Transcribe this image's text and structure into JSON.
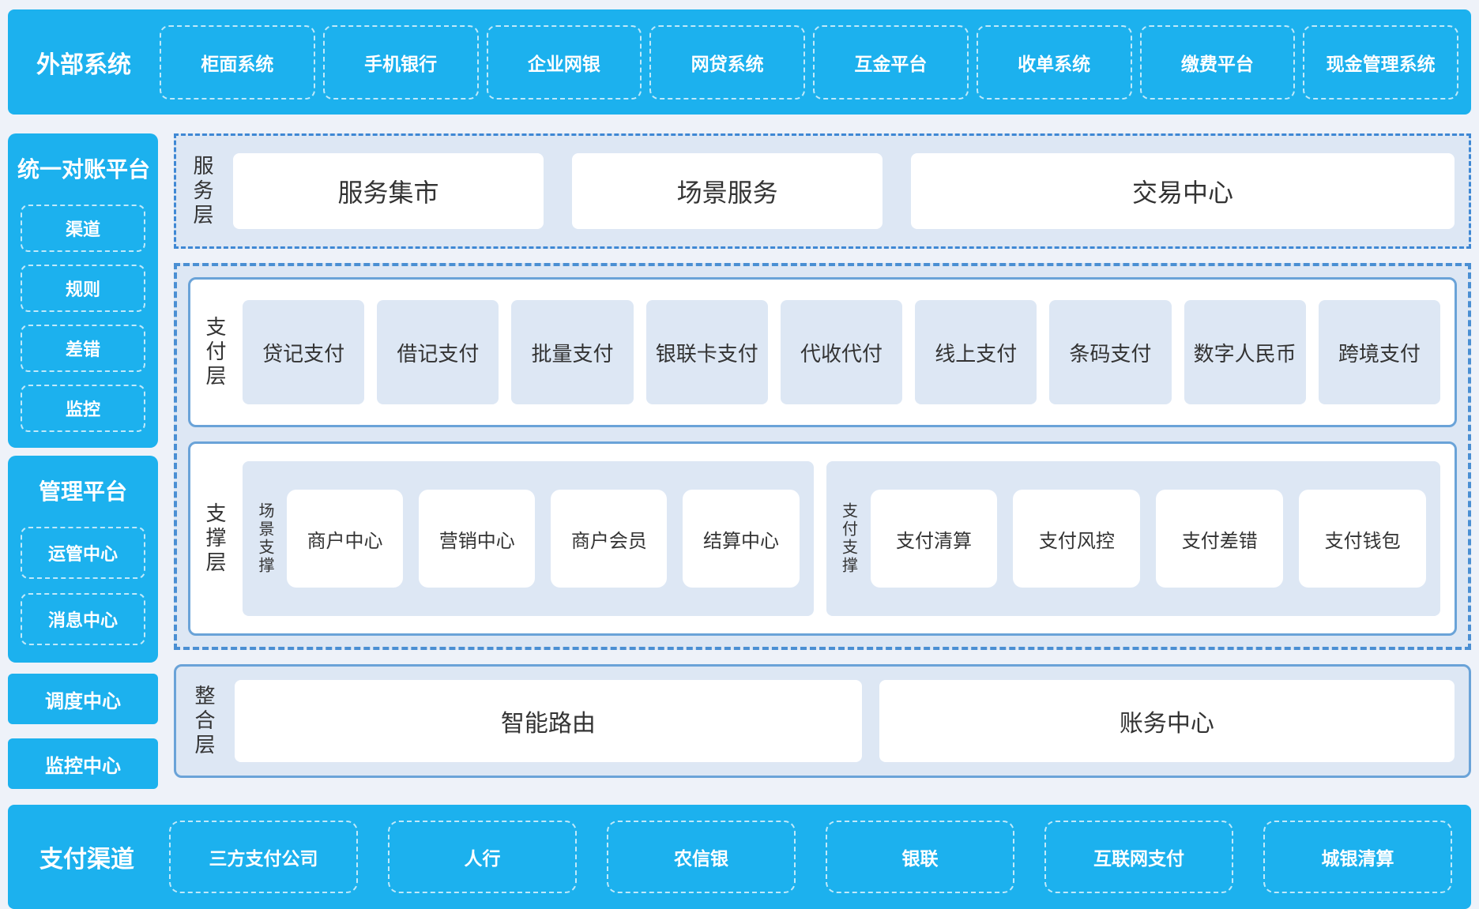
{
  "colors": {
    "band_blue": "#1cb1ee",
    "panel_light_blue": "#dde7f4",
    "solid_border_blue": "#6aa3d8",
    "dashed_border_blue": "#3f88d4",
    "text_dark": "#333333",
    "text_white": "#ffffff",
    "page_background": "#eef2f9"
  },
  "top_band": {
    "label": "外部系统",
    "items": [
      "柜面系统",
      "手机银行",
      "企业网银",
      "网贷系统",
      "互金平台",
      "收单系统",
      "缴费平台",
      "现金管理系统"
    ]
  },
  "left_column": {
    "reconciliation": {
      "title": "统一对账平台",
      "items": [
        "渠道",
        "规则",
        "差错",
        "监控"
      ]
    },
    "management": {
      "title": "管理平台",
      "items": [
        "运管中心",
        "消息中心"
      ]
    },
    "blocks": [
      "调度中心",
      "监控中心"
    ]
  },
  "service_layer": {
    "label": "服务层",
    "items": [
      "服务集市",
      "场景服务",
      "交易中心"
    ]
  },
  "payment_layer": {
    "label": "支付层",
    "items": [
      "贷记支付",
      "借记支付",
      "批量支付",
      "银联卡支付",
      "代收代付",
      "线上支付",
      "条码支付",
      "数字人民币",
      "跨境支付"
    ]
  },
  "support_layer": {
    "label": "支撑层",
    "groups": [
      {
        "label": "场景支撑",
        "items": [
          "商户中心",
          "营销中心",
          "商户会员",
          "结算中心"
        ]
      },
      {
        "label": "支付支撑",
        "items": [
          "支付清算",
          "支付风控",
          "支付差错",
          "支付钱包"
        ]
      }
    ]
  },
  "integration_layer": {
    "label": "整合层",
    "items": [
      "智能路由",
      "账务中心"
    ]
  },
  "bottom_band": {
    "label": "支付渠道",
    "items": [
      "三方支付公司",
      "人行",
      "农信银",
      "银联",
      "互联网支付",
      "城银清算"
    ]
  }
}
